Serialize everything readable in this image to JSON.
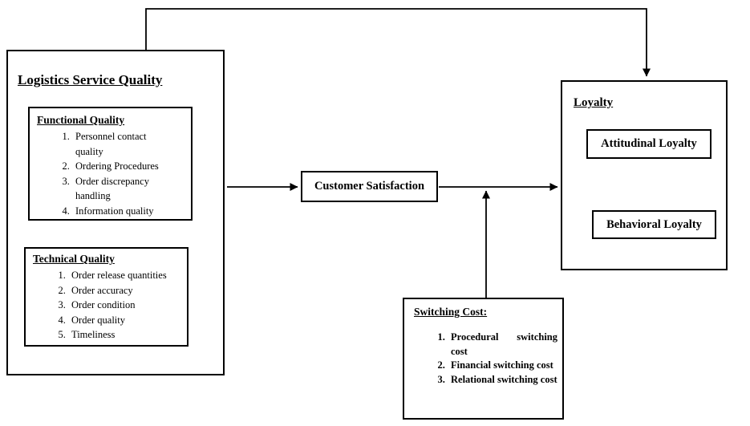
{
  "diagram": {
    "lsq": {
      "title": "Logistics Service Quality",
      "functional": {
        "title": "Functional Quality",
        "items": [
          "Personnel contact quality",
          "Ordering Procedures",
          "Order discrepancy handling",
          "Information quality"
        ]
      },
      "technical": {
        "title": "Technical Quality",
        "items": [
          "Order release quantities",
          "Order accuracy",
          "Order condition",
          "Order quality",
          "Timeliness"
        ]
      }
    },
    "customer_satisfaction": {
      "label": "Customer Satisfaction"
    },
    "loyalty": {
      "title": "Loyalty",
      "attitudinal_label": "Attitudinal Loyalty",
      "behavioral_label": "Behavioral Loyalty"
    },
    "switching_cost": {
      "title": "Switching Cost:",
      "items": [
        "Procedural switching cost",
        "Financial switching cost",
        "Relational switching cost"
      ]
    },
    "colors": {
      "line": "#000000",
      "background": "#ffffff"
    }
  }
}
